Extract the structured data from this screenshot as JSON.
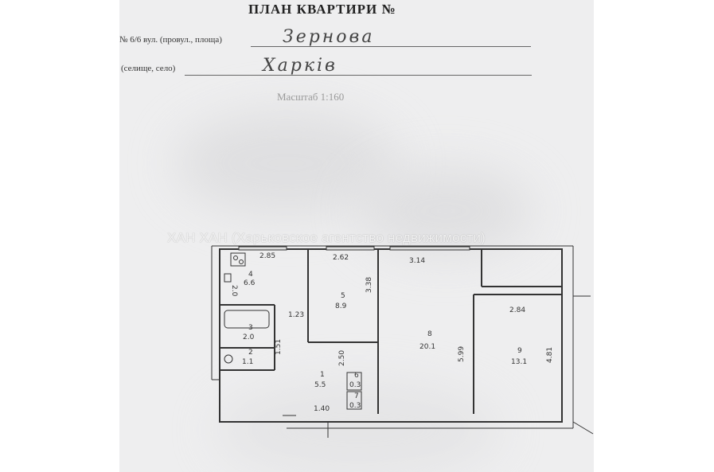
{
  "header": {
    "title": "ПЛАН КВАРТИРИ №",
    "street_prefix": "№ 6/6 вул. (провул., площа)",
    "street_value": "Зернова",
    "settlement_label": "(селище, село)",
    "settlement_value": "Харків",
    "scale": "Масштаб 1:160"
  },
  "watermark": "ХАН ХАН (Харьковское агентство недвижимости)",
  "plan": {
    "dims": {
      "top_kitchen": "2.85",
      "top_room5": "2.62",
      "top_room1": "3.14",
      "room5_side": "3.38",
      "hall_width": "1.23",
      "room1_side": "5.99",
      "room9_top": "2.84",
      "room9_side": "4.81",
      "corridor_side": "2.50",
      "bath_side": "1.51",
      "bottom_corridor": "1.40",
      "kitchen_side": "2.0"
    },
    "rooms": [
      {
        "num": "4",
        "area": "6.6"
      },
      {
        "num": "5",
        "area": "8.9"
      },
      {
        "num": "3",
        "area": "2.0"
      },
      {
        "num": "2",
        "area": "1.1"
      },
      {
        "num": "1",
        "area": "5.5"
      },
      {
        "num": "6",
        "area": "0.3"
      },
      {
        "num": "7",
        "area": "0.3"
      },
      {
        "num": "8",
        "area": "20.1"
      },
      {
        "num": "9",
        "area": "13.1"
      }
    ]
  }
}
